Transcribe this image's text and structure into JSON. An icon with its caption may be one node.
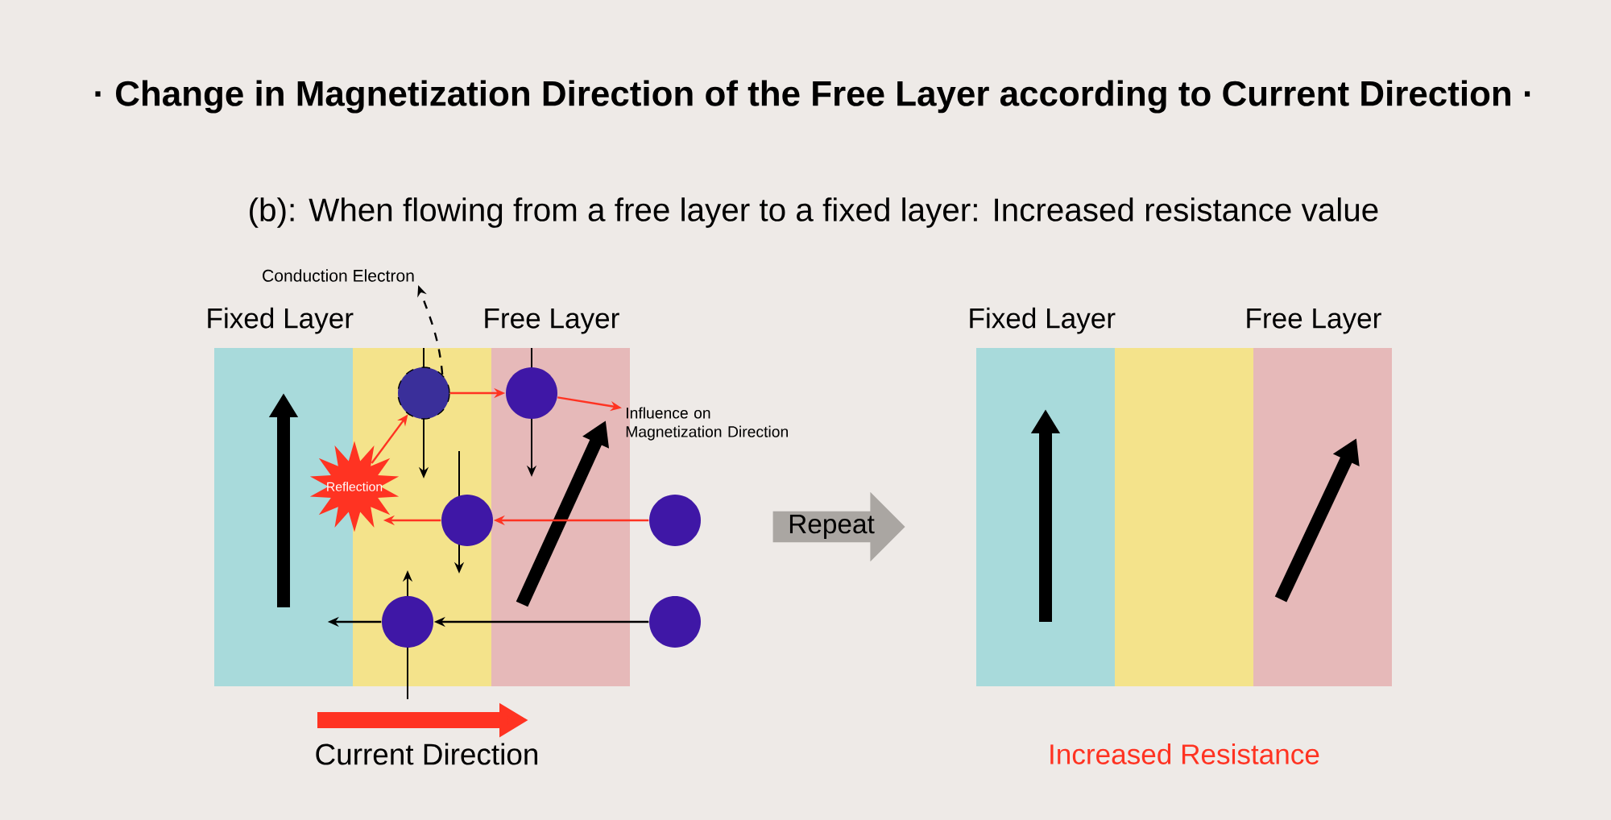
{
  "diagram": {
    "title": "· Change in Magnetization Direction of the Free Layer according to Current Direction ·",
    "nodes": [
      {
        "text": [
          "Conduction Electron"
        ]
      },
      {
        "text": [
          "Fixed Layer"
        ]
      },
      {
        "text": [],
        "shape": "box"
      },
      {
        "text": [
          "Free Layer"
        ]
      },
      {
        "text": [],
        "shape": "circle",
        "in": 2
      },
      {
        "text": [],
        "shape": "circle",
        "in": 3
      },
      {
        "text": [
          "Influence on Magnetization Direction"
        ]
      },
      {
        "text": [
          "Reflection"
        ]
      },
      {
        "text": [],
        "shape": "circle",
        "in": 2
      },
      {
        "text": [],
        "shape": "circle"
      },
      {
        "text": [],
        "shape": "circle",
        "in": 2
      },
      {
        "text": [],
        "shape": "circle"
      },
      {
        "text": [
          "Repeat"
        ]
      },
      {
        "text": [
          "Fixed Layer"
        ]
      },
      {
        "text": [],
        "shape": "box"
      },
      {
        "text": [
          "Free Layer"
        ]
      }
    ],
    "edges": [
      {
        "from": 4,
        "to": 0,
        "arrow": "to",
        "style": "dashed",
        "color": "#000000"
      },
      {
        "from": 4,
        "to": 5,
        "arrow": "to"
      },
      {
        "from": 5,
        "to": 6,
        "arrow": "to"
      },
      {
        "from": 7,
        "to": 4,
        "arrow": "to"
      },
      {
        "from": 8,
        "to": 7,
        "arrow": "to"
      },
      {
        "from": 9,
        "to": 8,
        "arrow": "to"
      },
      {
        "from": 11,
        "to": 10,
        "arrow": "to",
        "color": "#000000"
      },
      {
        "from": 10,
        "to": 1,
        "arrow": "to",
        "color": "#000000"
      }
    ],
    "labels": [
      "(b): When flowing from a free layer to a fixed layer: Increased resistance value",
      "Current Direction",
      "Increased Resistance"
    ]
  }
}
